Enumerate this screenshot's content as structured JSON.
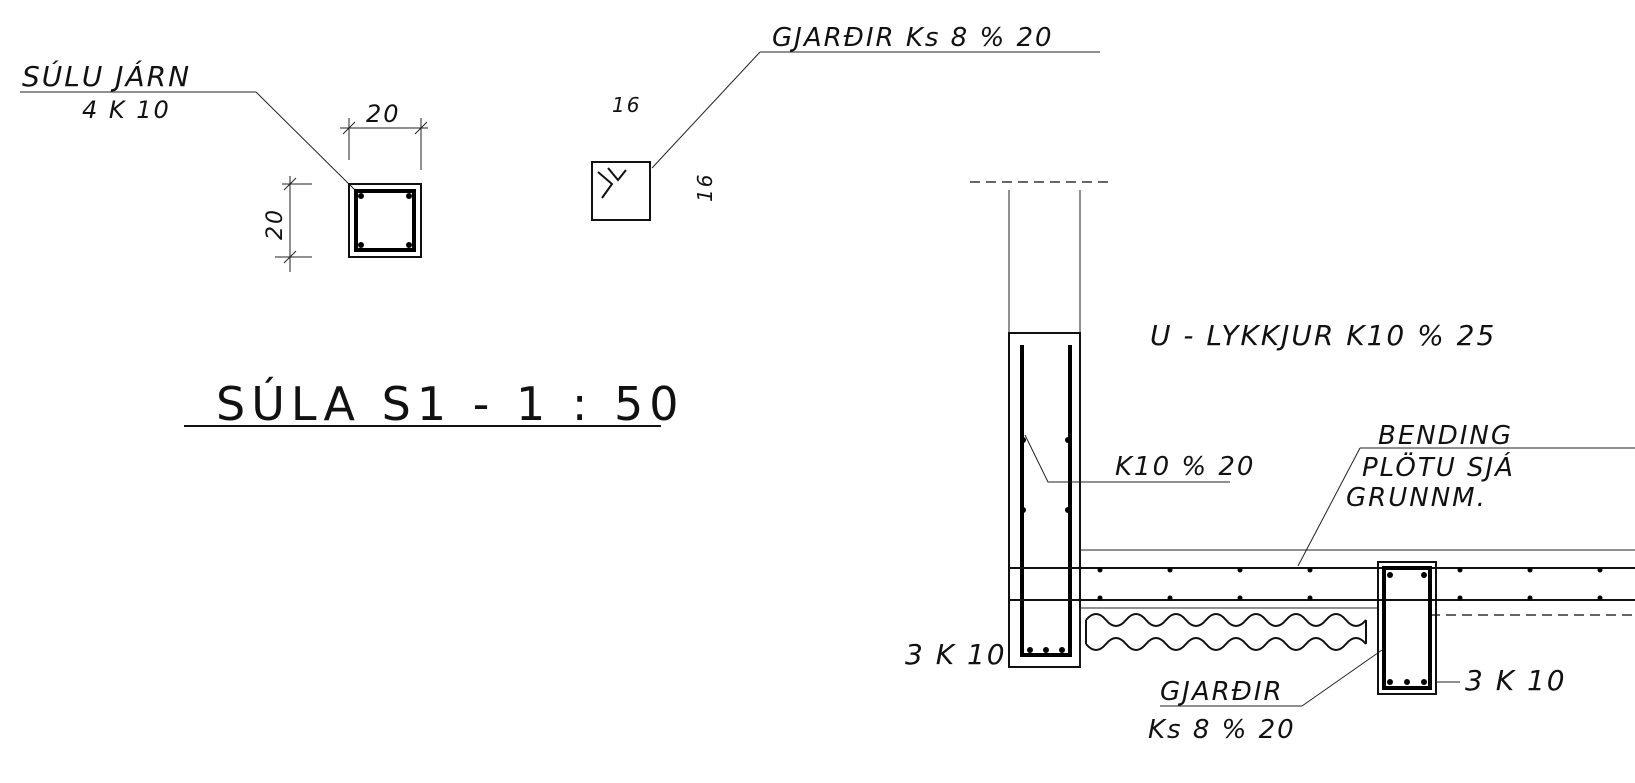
{
  "labels": {
    "column_bars_line1": "SÚLU JÁRN",
    "column_bars_line2": "4 K 10",
    "col_width_dim": "20",
    "col_height_dim": "20",
    "stirrup_label": "GJARÐIR Ks 8 % 20",
    "stirrup_dim_top": "16",
    "stirrup_dim_side": "16",
    "title": "SÚLA S1 - 1 : 50",
    "u_stirrups": "U - LYKKJUR K10 % 25",
    "wall_bars": "K10 % 20",
    "slab_line1": "BENDING",
    "slab_line2": "PLÖTU SJÁ",
    "slab_line3": "GRUNNM.",
    "bottom_left_bars": "3 K 10",
    "bottom_right_bars": "3 K 10",
    "beam_stirrups_line1": "GJARÐIR",
    "beam_stirrups_line2": "Ks 8 % 20"
  }
}
